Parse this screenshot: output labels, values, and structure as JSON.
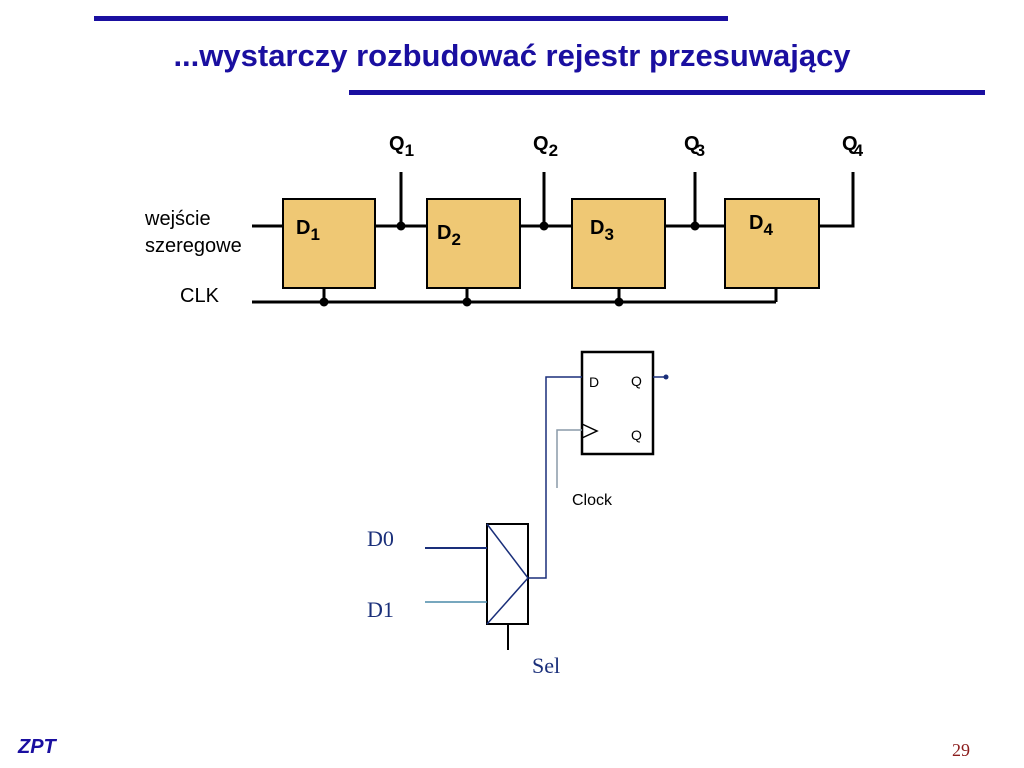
{
  "slide": {
    "title": "...wystarczy rozbudować rejestr przesuwający",
    "footer": "ZPT",
    "page_number": "29"
  },
  "colors": {
    "accent": "#1a0fa0",
    "register_fill": "#efc874",
    "page_number": "#8b1c1c",
    "mux_label": "#1a2f7a"
  },
  "register": {
    "input_label_line1": "wejście",
    "input_label_line2": "szeregowe",
    "clock_label": "CLK",
    "cells": [
      {
        "d": "D",
        "d_sub": "1",
        "q": "Q",
        "q_sub": "1"
      },
      {
        "d": "D",
        "d_sub": "2",
        "q": "Q",
        "q_sub": "2"
      },
      {
        "d": "D",
        "d_sub": "3",
        "q": "Q",
        "q_sub": "3"
      },
      {
        "d": "D",
        "d_sub": "4",
        "q": "Q",
        "q_sub": "4"
      }
    ]
  },
  "flipflop": {
    "d_label": "D",
    "q_label": "Q",
    "qbar_label": "Q",
    "clock_label": "Clock"
  },
  "mux": {
    "input0": "D0",
    "input1": "D1",
    "select": "Sel"
  }
}
